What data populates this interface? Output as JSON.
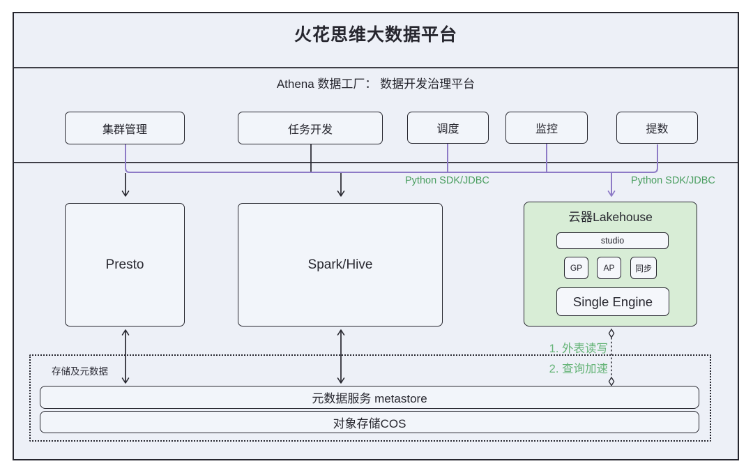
{
  "header": {
    "title": "火花思维大数据平台"
  },
  "athena": {
    "subtitle": "Athena 数据工厂： 数据开发治理平台",
    "modules": [
      {
        "label": "集群管理"
      },
      {
        "label": "任务开发"
      },
      {
        "label": "调度"
      },
      {
        "label": "监控"
      },
      {
        "label": "提数"
      }
    ]
  },
  "engines": {
    "presto": "Presto",
    "spark_hive": "Spark/Hive"
  },
  "lakehouse": {
    "title": "云器Lakehouse",
    "studio": "studio",
    "modules": [
      "GP",
      "AP",
      "同步"
    ],
    "engine": "Single Engine"
  },
  "connections": {
    "sdk_label_left": "Python SDK/JDBC",
    "sdk_label_right": "Python SDK/JDBC",
    "lakehouse_link_1": "1. 外表读写",
    "lakehouse_link_2": "2. 查询加速"
  },
  "storage": {
    "group_label": "存储及元数据",
    "metastore": "元数据服务 metastore",
    "cos": "对象存储COS"
  },
  "colors": {
    "purple_connector": "#8d7ac6",
    "green_sdk_text": "#4a9e60",
    "green_link_text": "#66b478",
    "lakehouse_fill": "#d8edd6",
    "node_fill": "#f2f5fa",
    "canvas_fill": "#edf0f7",
    "line_dark": "#26262e"
  }
}
